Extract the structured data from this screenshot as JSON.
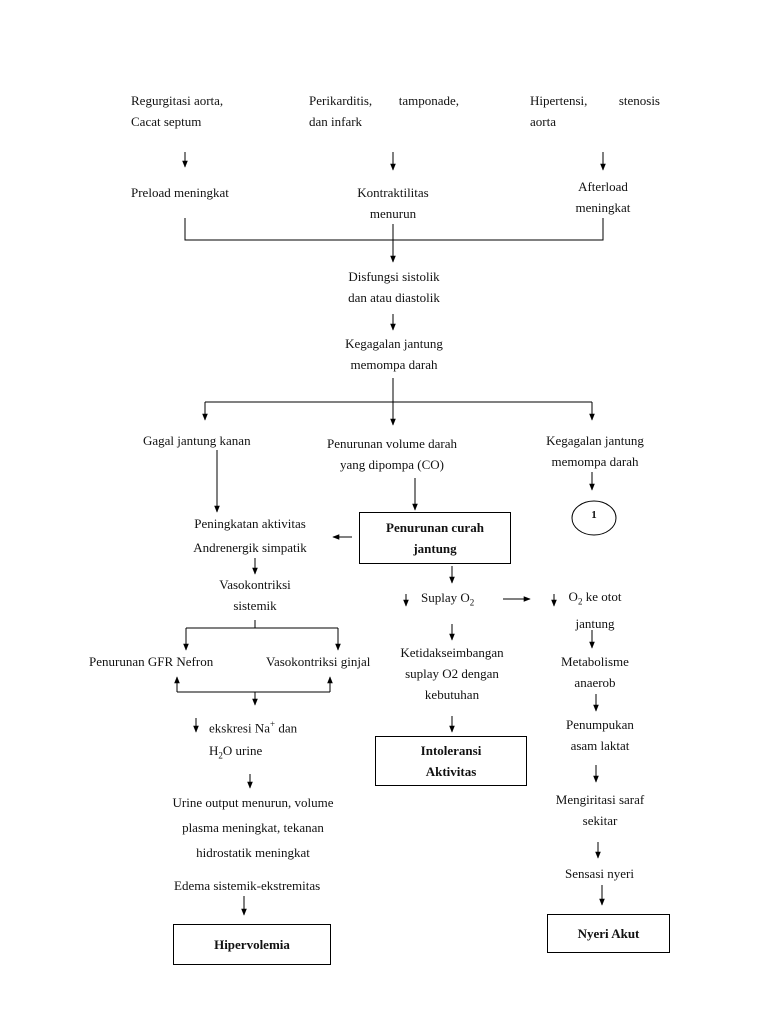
{
  "top": {
    "cause_left_l1": "Regurgitasi aorta,",
    "cause_left_l2": "Cacat septum",
    "cause_mid_l1": "Perikarditis,   tamponade,",
    "cause_mid_l2": "dan infark",
    "cause_right_l1": "Hipertensi,      stenosis",
    "cause_right_l2": "aorta",
    "preload": "Preload meningkat",
    "contract_l1": "Kontraktilitas",
    "contract_l2": "menurun",
    "afterload_l1": "Afterload",
    "afterload_l2": "meningkat"
  },
  "center": {
    "dysfunction_l1": "Disfungsi sistolik",
    "dysfunction_l2": "dan atau diastolik",
    "failure_l1": "Kegagalan jantung",
    "failure_l2": "memompa darah"
  },
  "branches": {
    "right_hf": "Gagal jantung kanan",
    "volume_l1": "Penurunan volume darah",
    "volume_l2": "yang dipompa (CO)",
    "failure2_l1": "Kegagalan jantung",
    "failure2_l2": "memompa darah",
    "connector": "1"
  },
  "left": {
    "sympathetic_l1": "Peningkatan aktivitas",
    "sympathetic_l2": "Andrenergik simpatik",
    "vasocon_l1": "Vasokontriksi",
    "vasocon_l2": "sistemik",
    "gfr": "Penurunan GFR Nefron",
    "renal": "Vasokontriksi ginjal",
    "excretion_pre": "ekskresi Na",
    "excretion_sup": "+",
    "excretion_post": " dan",
    "water_pre": "H",
    "water_sub": "2",
    "water_post": "O urine",
    "urine_l1": "Urine output menurun, volume",
    "urine_l2": "plasma meningkat, tekanan",
    "urine_l3": "hidrostatik meningkat",
    "edema": "Edema sistemik-ekstremitas",
    "dx_hypervolemia": "Hipervolemia"
  },
  "middle": {
    "dx_cardiac_output_l1": "Penurunan curah",
    "dx_cardiac_output_l2": "jantung",
    "supply_pre": "Suplay O",
    "supply_sub": "2",
    "imbalance_l1": "Ketidakseimbangan",
    "imbalance_l2": "suplay O2 dengan",
    "imbalance_l3": "kebutuhan",
    "dx_intolerance_l1": "Intoleransi",
    "dx_intolerance_l2": "Aktivitas"
  },
  "right": {
    "o2_pre": "O",
    "o2_sub": "2",
    "o2_post": " ke otot",
    "o2_l2": "jantung",
    "metab_l1": "Metabolisme",
    "metab_l2": "anaerob",
    "lactate_l1": "Penumpukan",
    "lactate_l2": "asam laktat",
    "nerve_l1": "Mengiritasi saraf",
    "nerve_l2": "sekitar",
    "pain_sensation": "Sensasi nyeri",
    "dx_pain": "Nyeri Akut"
  }
}
